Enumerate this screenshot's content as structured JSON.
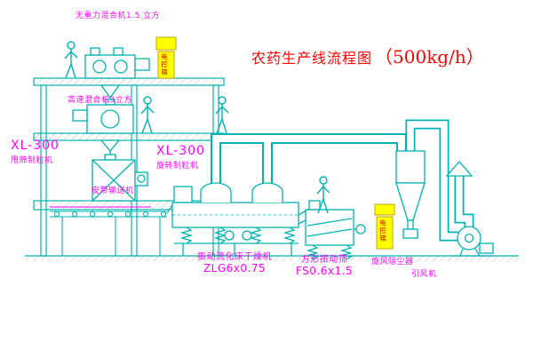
{
  "title": {
    "text": "农药生产线流程图",
    "capacity": "（500kg/h）"
  },
  "labels": {
    "top_mixer": "无重力混合机1.5 立方",
    "high_speed_mixer": "高速混合机3立方",
    "granulator_left_model": "XL-300",
    "granulator_left_name": "甩筛制粒机",
    "granulator_mid_model": "XL-300",
    "granulator_mid_name": "旋转制粒机",
    "belt_conveyor": "皮带输送机",
    "dryer_name": "振动流化床干燥机",
    "dryer_model": "ZLG6x0.75",
    "screen_name": "方形振动筛",
    "screen_model": "FS0.6x1.5",
    "cyclone": "旋风除尘器",
    "fan": "引风机",
    "control_box_top": "电控箱",
    "control_box_right": "电控箱"
  },
  "colors": {
    "line_cyan": "#00b3b3",
    "label_magenta": "#ff00ff",
    "title_red": "#ff0000",
    "panel_yellow": "#ffff00",
    "panel_border": "#c8a400",
    "panel_text_red": "#e00000",
    "hatch_gray": "#b9bdc2"
  }
}
